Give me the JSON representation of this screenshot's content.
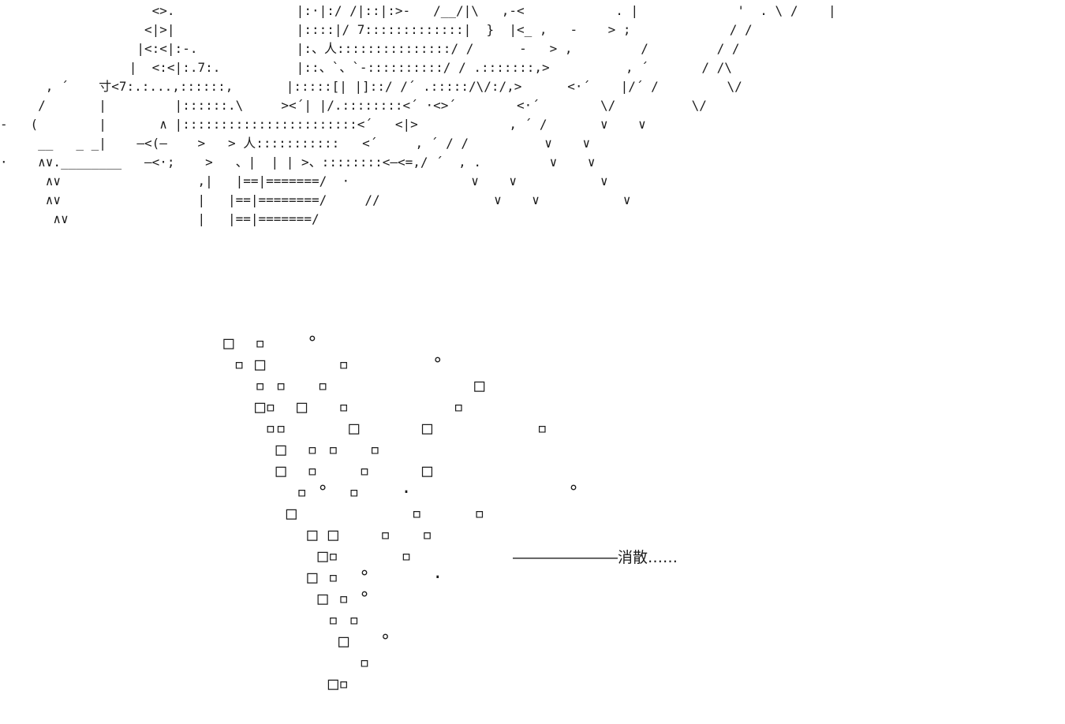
{
  "page": {
    "background_color": "#ffffff",
    "text_color": "#1c1c1c"
  },
  "ascii_art": {
    "top_scene": {
      "lines": [
        "                    <>.                |:·|:/ /|::|:>-   /__/|\\   ,-<            . |             '  . \\ /    |",
        "                   <|>|                |::::|/ 7:::::::::::::|  }  |<_ ,   -    > ;             / /",
        "                  |<:<|:-.             |:、人:::::::::::::::/ /      -   > ,         /         / /",
        "                 |  <:<|:.7:.          |::、`、`-::::::::::/ / .:::::::,>          , ´       / /\\",
        "      , ´    寸<7:.:...,::::::,       |:::::[| |]::/ /´ .:::::/\\/:/,>      <·´    |/´ /         \\/",
        "     /       |         |::::::.\\     ><´| |/.::::::::<´ ·<>´        <·´        \\/          \\/",
        "-   (        |       ∧ |:::::::::::::::::::::::<´   <|>            , ´ /       ∨    ∨",
        "     __   _ _|    ―<(―    >   > 人:::::::::::   <´     , ´ / /          ∨    ∨",
        "·    ∧∨.________   ―<·;    >   、|  | | >、::::::::<―<=,/ ´  , .         ∨    ∨",
        "      ∧∨                  ,|   |==|=======/  ·                ∨    ∨           ∨",
        "      ∧∨                  |   |==|========/     //               ∨    ∨           ∨",
        "       ∧∨                 |   |==|=======/"
      ]
    },
    "scatter_squares": {
      "lines": [
        " □  ▫    °",
        "  ▫ □       ▫        °",
        "    ▫ ▫   ▫              □",
        "    □▫  □   ▫          ▫",
        "     ▫▫      □      □          ▫",
        "      □  ▫ ▫   ▫",
        "      □  ▫    ▫     □",
        "        ▫ °  ▫    ·               °",
        "       □           ▫     ▫",
        "         □ □    ▫   ▫",
        "          □▫      ▫",
        "         □ ▫  °      ·",
        "          □ ▫ °",
        "           ▫ ▫",
        "            □   °",
        "              ▫",
        "           □▫"
      ]
    }
  },
  "caption": {
    "text": "―――――――消散……"
  }
}
